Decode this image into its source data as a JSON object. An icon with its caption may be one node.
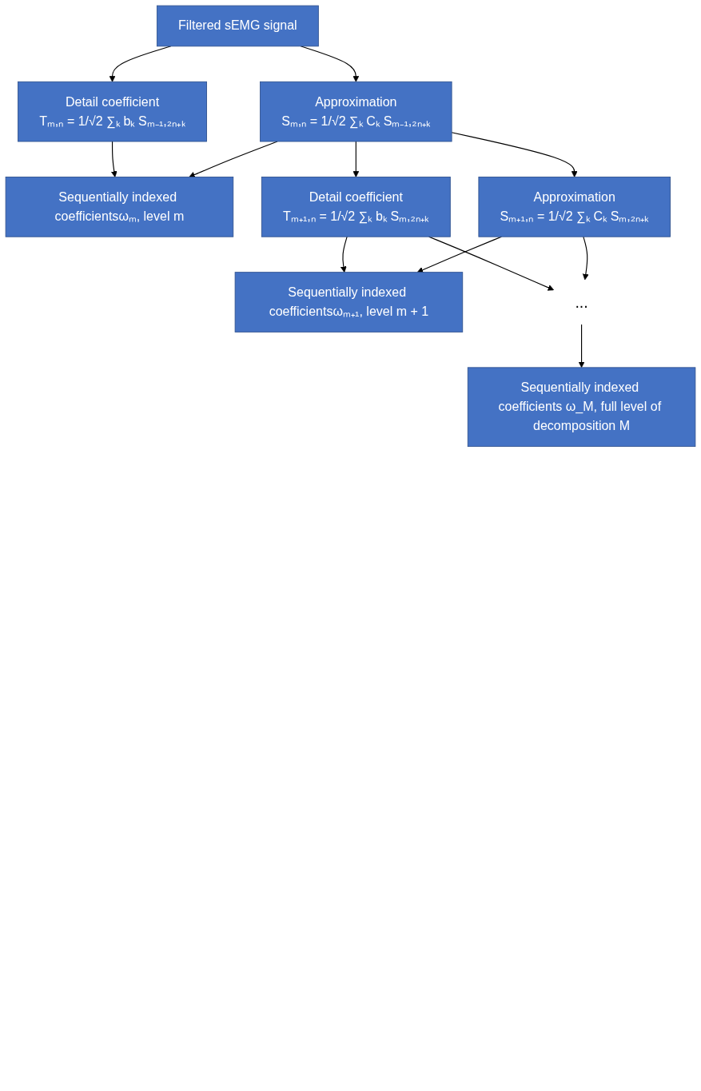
{
  "diagram": {
    "nodes": [
      {
        "text": [
          "Filtered sEMG signal"
        ]
      },
      {
        "text": [
          "Approximation",
          "Sₘ,ₙ = 1/√2 ∑ₖ Cₖ Sₘ₋₁,₂ₙ₊ₖ"
        ]
      },
      {
        "text": [
          "Sequentially indexed coefficientsωₘ, level m"
        ]
      },
      {
        "text": [
          "Detail coefficient",
          "Tₘ,ₙ = 1/√2 ∑ₖ bₖ Sₘ₋₁,₂ₙ₊ₖ"
        ]
      },
      {
        "text": [
          "Approximation",
          "Sₘ₊₁,ₙ = 1/√2 ∑ₖ Cₖ Sₘ,₂ₙ₊ₖ"
        ]
      },
      {
        "text": [
          "Sequentially indexed coefficientsωₘ₊₁, level m + 1"
        ]
      },
      {
        "text": [
          "Detail coefficient",
          "Tₘ₊₁,ₙ = 1/√2 ∑ₖ bₖ Sₘ,₂ₙ₊ₖ"
        ]
      },
      {
        "text": [
          "Sequentially indexed coefficients ω_M, full level of decomposition M"
        ]
      },
      {
        "text": [
          "..."
        ]
      }
    ],
    "edges": [
      {
        "from": 0,
        "to": 1,
        "arrow": "to"
      },
      {
        "from": 0,
        "to": 3,
        "arrow": "to"
      },
      {
        "from": 1,
        "to": 2,
        "arrow": "to"
      },
      {
        "from": 3,
        "to": 2,
        "arrow": "to"
      },
      {
        "from": 1,
        "to": 4,
        "arrow": "to"
      },
      {
        "from": 1,
        "to": 6,
        "arrow": "to"
      },
      {
        "from": 4,
        "to": 5,
        "arrow": "to"
      },
      {
        "from": 6,
        "to": 5,
        "arrow": "to"
      },
      {
        "from": 4,
        "to": 8,
        "arrow": "to"
      },
      {
        "from": 6,
        "to": 8,
        "arrow": "to"
      },
      {
        "from": 8,
        "to": 7,
        "arrow": "to"
      }
    ]
  }
}
